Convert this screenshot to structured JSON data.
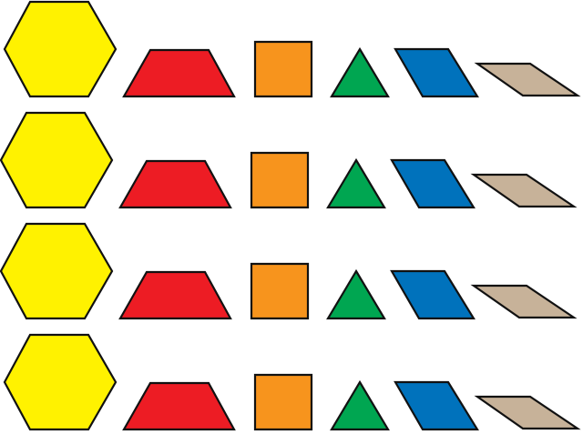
{
  "palette": {
    "hexagon": "#FFF200",
    "trapezoid": "#ED1C24",
    "square": "#F7941D",
    "triangle": "#00A651",
    "rhombus": "#0072BC",
    "thin-rhombus": "#C7B299",
    "outline": "#111111",
    "background": "#FFFFFF"
  },
  "row_shapes": [
    "hexagon",
    "trapezoid",
    "square",
    "triangle",
    "rhombus",
    "thin-rhombus"
  ],
  "row_count": 4
}
